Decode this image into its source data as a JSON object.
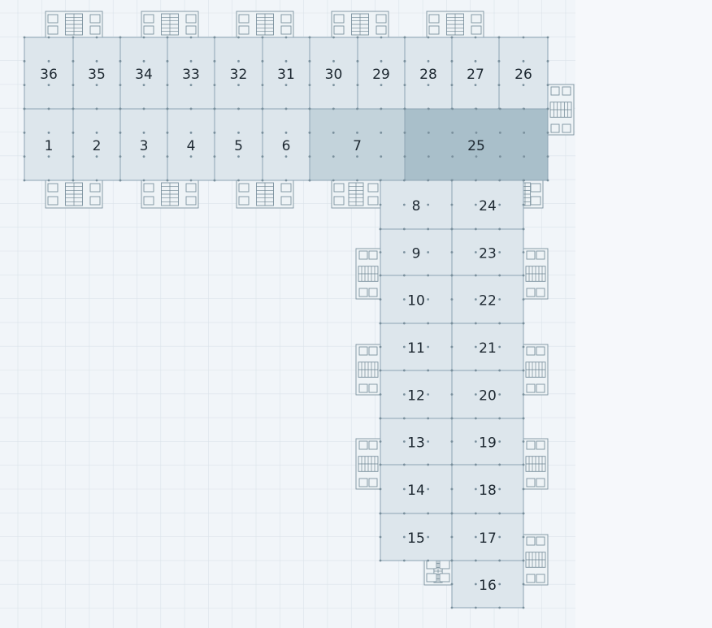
{
  "plan": {
    "background_color": "#f1f5f9",
    "unit_fill": "#dde6ec",
    "unit_fill_highlight": "#c3d3db",
    "unit_fill_highlight_strong": "#a9bfca",
    "unit_stroke": "#8da4b4",
    "grid_color": "#dbe3ea",
    "label_color": "#1c2730",
    "highlighted_units": [
      "7",
      "25"
    ],
    "units": [
      {
        "label": "36"
      },
      {
        "label": "35"
      },
      {
        "label": "34"
      },
      {
        "label": "33"
      },
      {
        "label": "32"
      },
      {
        "label": "31"
      },
      {
        "label": "30"
      },
      {
        "label": "29"
      },
      {
        "label": "28"
      },
      {
        "label": "27"
      },
      {
        "label": "26"
      },
      {
        "label": "1"
      },
      {
        "label": "2"
      },
      {
        "label": "3"
      },
      {
        "label": "4"
      },
      {
        "label": "5"
      },
      {
        "label": "6"
      },
      {
        "label": "7"
      },
      {
        "label": "25"
      },
      {
        "label": "8"
      },
      {
        "label": "24"
      },
      {
        "label": "9"
      },
      {
        "label": "23"
      },
      {
        "label": "10"
      },
      {
        "label": "22"
      },
      {
        "label": "11"
      },
      {
        "label": "21"
      },
      {
        "label": "12"
      },
      {
        "label": "20"
      },
      {
        "label": "13"
      },
      {
        "label": "19"
      },
      {
        "label": "14"
      },
      {
        "label": "18"
      },
      {
        "label": "15"
      },
      {
        "label": "17"
      },
      {
        "label": "16"
      }
    ]
  }
}
